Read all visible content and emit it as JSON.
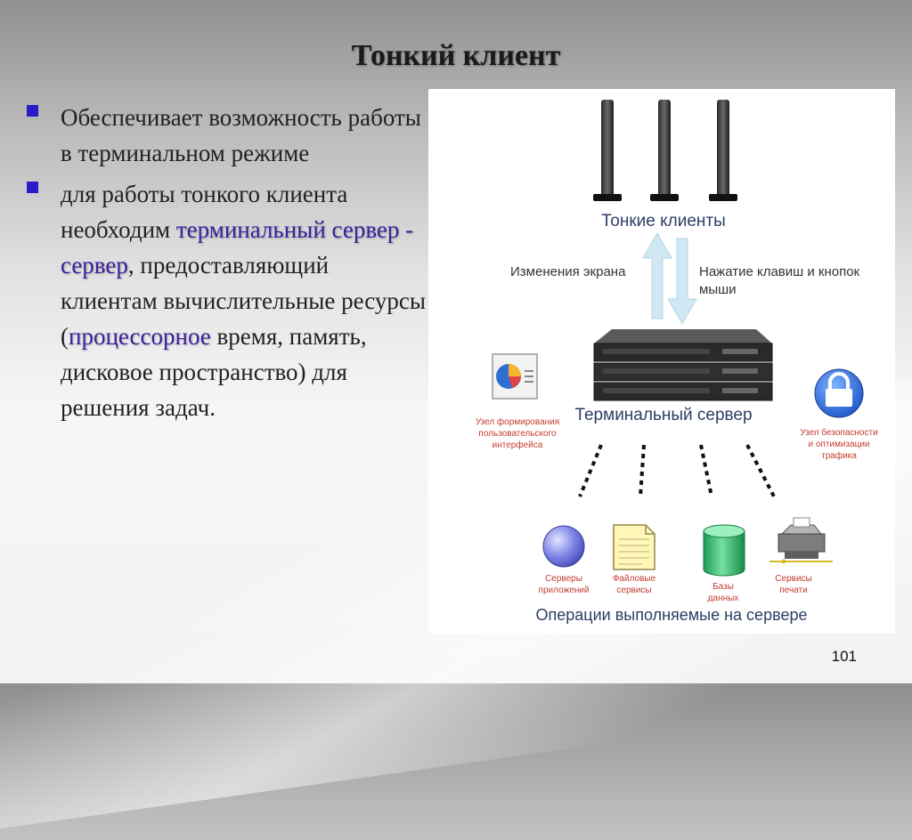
{
  "slide": {
    "title": "Тонкий клиент",
    "page_number": "101"
  },
  "bullets": [
    {
      "text": "Обеспечивает возможность работы в терминальном режиме"
    },
    {
      "t1": "для работы тонкого клиента необходим ",
      "kw1": "терминальный сервер - сервер",
      "t2": ", предоставляющий клиентам вычислительные ресурсы (",
      "kw2": "процессорное",
      "t3": " время, память, дисковое пространство) для решения задач."
    }
  ],
  "diagram": {
    "thin_clients_label": "Тонкие клиенты",
    "screen_changes_label": "Изменения экрана",
    "keypress_label_line1": "Нажатие клавиш и кнопок",
    "keypress_label_line2": "мыши",
    "terminal_server_label": "Терминальный сервер",
    "ui_node_line1": "Узел формирования",
    "ui_node_line2": "пользовательского",
    "ui_node_line3": "интерфейса",
    "security_node_line1": "Узел безопасности",
    "security_node_line2": "и оптимизации",
    "security_node_line3": "трафика",
    "app_servers_line1": "Серверы",
    "app_servers_line2": "приложений",
    "file_services_line1": "Файловые",
    "file_services_line2": "сервисы",
    "databases_line1": "Базы",
    "databases_line2": "данных",
    "print_services_line1": "Сервисы",
    "print_services_line2": "печати",
    "operations_label": "Операции выполняемые на сервере"
  },
  "colors": {
    "bullet_marker": "#2a1cc9",
    "keyword_text": "#3a1f9a",
    "node_label_red": "#c43c2f",
    "arrow_light_blue": "#cfe8f3"
  }
}
